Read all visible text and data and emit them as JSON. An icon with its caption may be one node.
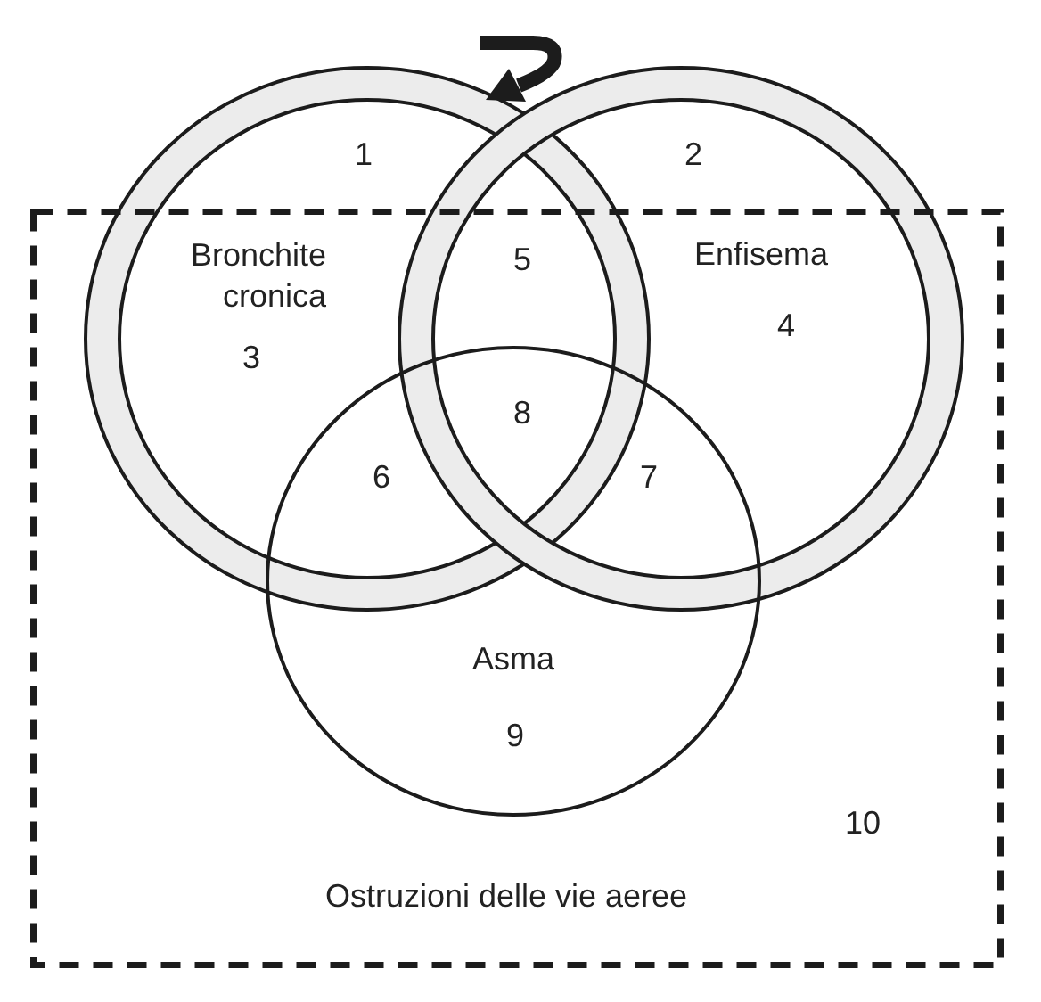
{
  "diagram": {
    "nodes": [
      {
        "text": [
          "Bronchite cronica"
        ]
      },
      {
        "text": [
          "Enfisema"
        ]
      },
      {
        "text": [
          "Ostruzioni delle vie aeree"
        ]
      },
      {
        "text": [
          "Asma"
        ],
        "in": 2
      }
    ],
    "labels": [
      "1",
      "2",
      "5",
      "3",
      "4",
      "8",
      "6",
      "7",
      "9",
      "10"
    ]
  }
}
